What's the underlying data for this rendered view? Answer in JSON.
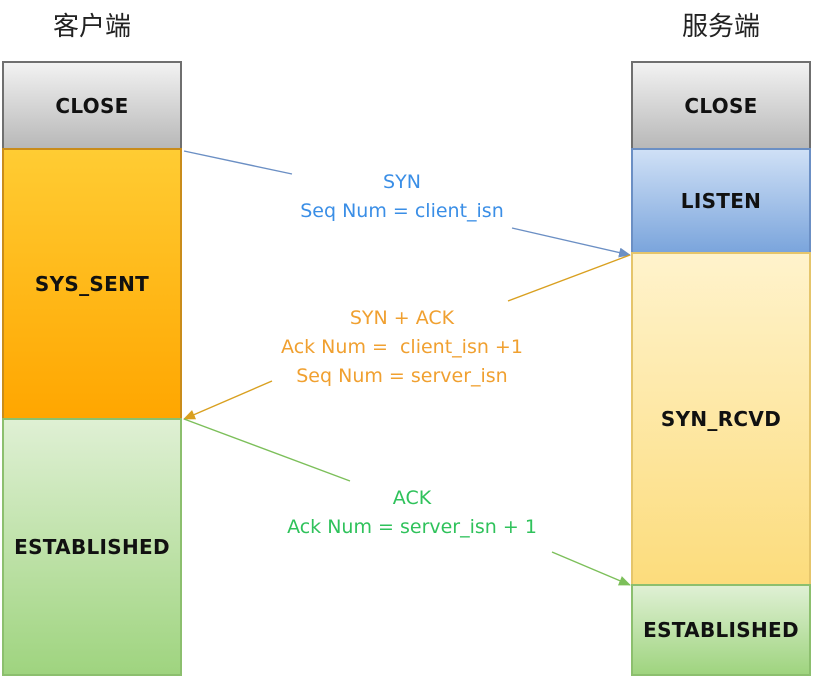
{
  "client": {
    "title": "客户端",
    "states": {
      "close": "CLOSE",
      "sent": "SYS_SENT",
      "established": "ESTABLISHED"
    }
  },
  "server": {
    "title": "服务端",
    "states": {
      "close": "CLOSE",
      "listen": "LISTEN",
      "rcvd": "SYN_RCVD",
      "established": "ESTABLISHED"
    }
  },
  "messages": {
    "syn": {
      "line1": "SYN",
      "line2": "Seq Num = client_isn"
    },
    "synack": {
      "line1": "SYN + ACK",
      "line2": "Ack Num =  client_isn +1",
      "line3": "Seq Num = server_isn"
    },
    "ack": {
      "line1": "ACK",
      "line2": "Ack Num = server_isn + 1"
    }
  },
  "colors": {
    "syn": "#6b8fc4",
    "synack": "#d9a020",
    "ack": "#7cbf5a"
  }
}
